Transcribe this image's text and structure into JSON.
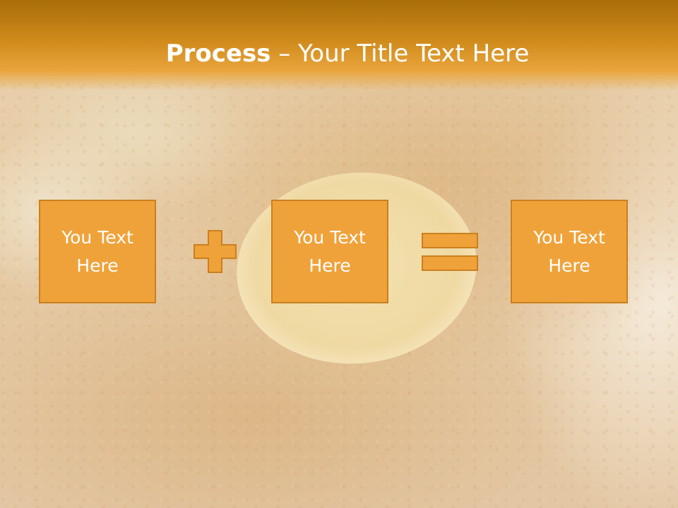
{
  "slide": {
    "title_strong": "Process",
    "title_rest": " – Your Title Text Here"
  },
  "process": {
    "boxes": [
      {
        "text": "You Text Here"
      },
      {
        "text": "You Text Here"
      },
      {
        "text": "You Text Here"
      }
    ],
    "operators": [
      "plus-icon",
      "equals-icon"
    ]
  },
  "colors": {
    "title_bar": "#cf8a1b",
    "box_fill": "#f0a23a",
    "box_border": "#c9801e",
    "text": "#ffffff"
  }
}
